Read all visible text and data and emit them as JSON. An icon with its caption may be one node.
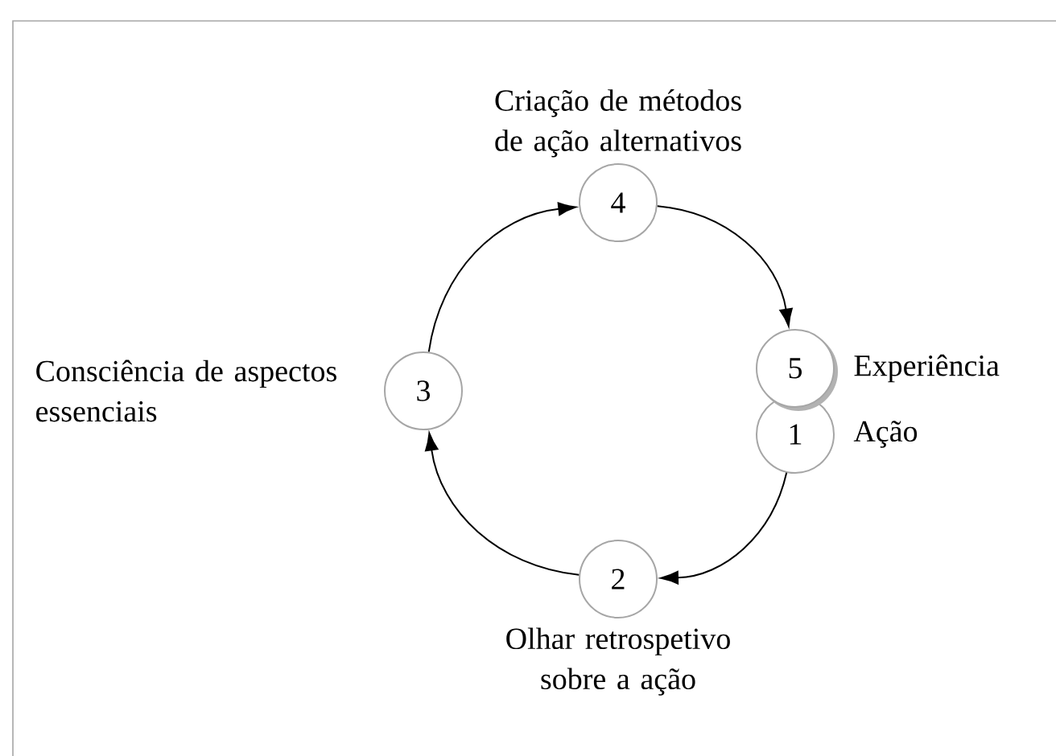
{
  "diagram": {
    "nodes": [
      {
        "text": [
          "4"
        ],
        "beside": [
          "Criação de métodos de ação alternativos"
        ]
      },
      {
        "text": [
          "5"
        ],
        "beside": [
          "Experiência"
        ]
      },
      {
        "text": [
          "3"
        ],
        "beside": [
          "Consciência de aspectos essenciais"
        ]
      },
      {
        "text": [
          "1"
        ],
        "beside": [
          "Ação"
        ]
      },
      {
        "text": [
          "2"
        ],
        "beside": [
          "Olhar retrospetivo sobre a ação"
        ]
      }
    ],
    "edges": [
      {
        "from": 3,
        "to": 4,
        "arrow": "to"
      },
      {
        "from": 4,
        "to": 2,
        "arrow": "to"
      },
      {
        "from": 2,
        "to": 0,
        "arrow": "to"
      },
      {
        "from": 0,
        "to": 1,
        "arrow": "to"
      }
    ]
  }
}
